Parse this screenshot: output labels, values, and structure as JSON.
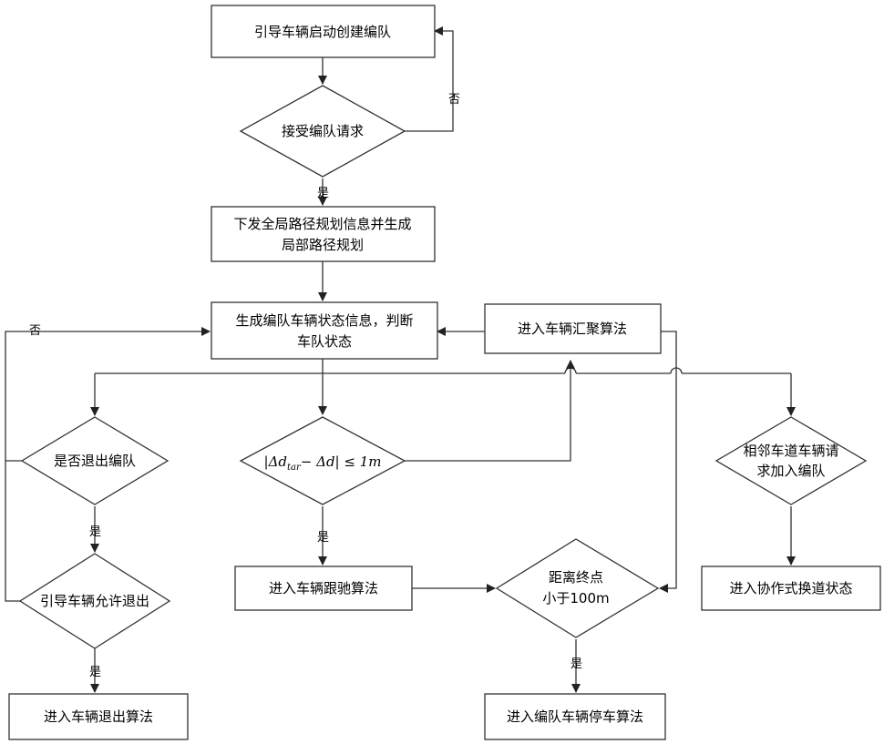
{
  "nodes": {
    "start": "引导车辆启动创建编队",
    "accept_request": "接受编队请求",
    "global_plan_1": "下发全局路径规划信息并生成",
    "global_plan_2": "局部路径规划",
    "status_1": "生成编队车辆状态信息，判断",
    "status_2": "车队状态",
    "converge": "进入车辆汇聚算法",
    "exit_query": "是否退出编队",
    "formula_main": "|Δd",
    "formula_sub": "tar",
    "formula_rest": "− Δd| ≤ 1m",
    "neighbor_1": "相邻车道车辆请",
    "neighbor_2": "求加入编队",
    "leader_allow": "引导车辆允许退出",
    "follow": "进入车辆跟驰算法",
    "dist_1": "距离终点",
    "dist_2": "小于100m",
    "lane_change": "进入协作式换道状态",
    "exit_algo": "进入车辆退出算法",
    "stop_algo": "进入编队车辆停车算法"
  },
  "labels": {
    "no_top": "否",
    "yes_top": "是",
    "no_left": "否",
    "yes_exit": "是",
    "yes_allow": "是",
    "yes_formula": "是",
    "yes_dist": "是"
  }
}
